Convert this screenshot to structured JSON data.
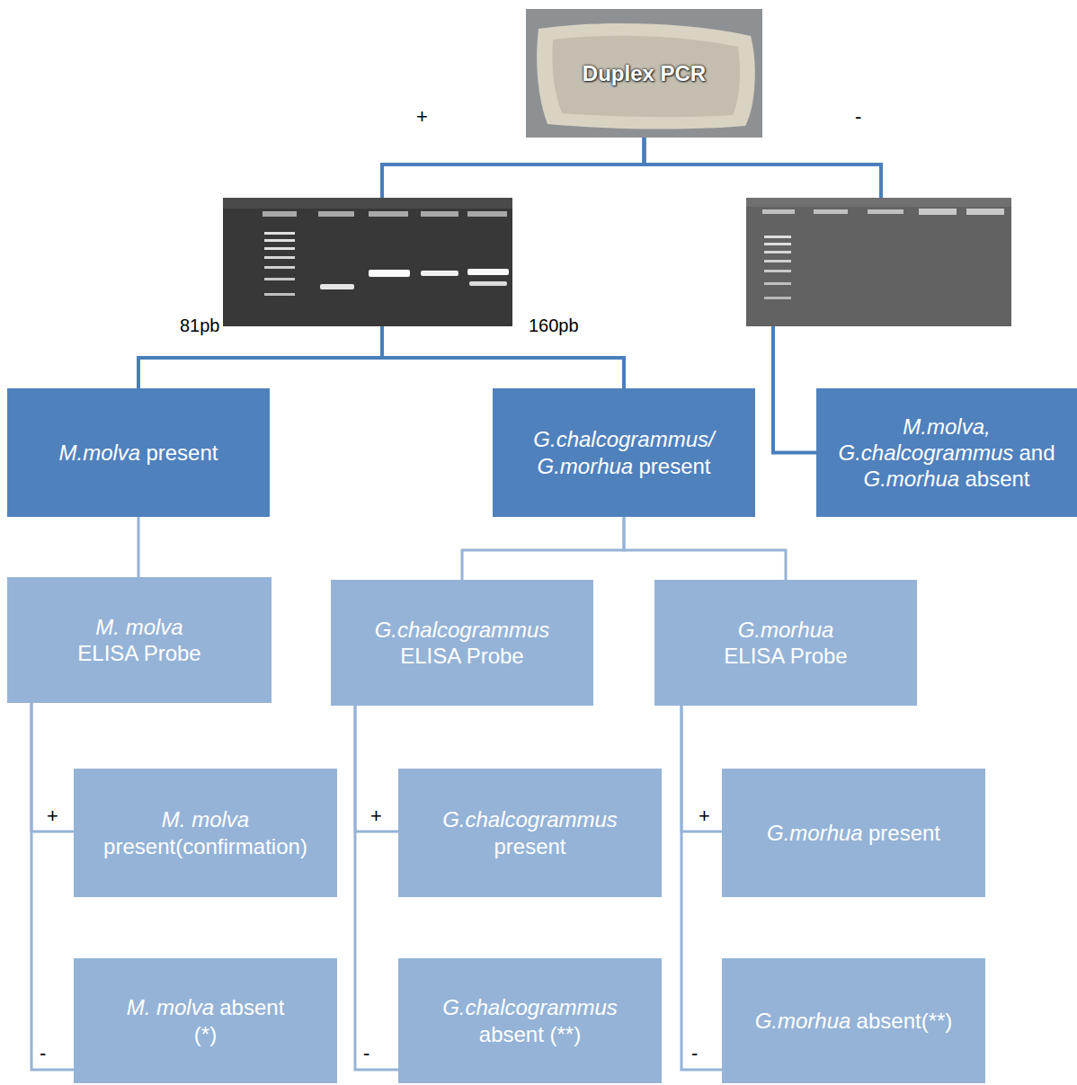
{
  "diagram": {
    "nodes": [
      {
        "text": [
          "Duplex PCR"
        ]
      },
      {
        "text": [
          "M.molva",
          "present"
        ]
      },
      {
        "text": [
          "G.chalcogrammus/",
          "G.morhua",
          "present"
        ]
      },
      {
        "text": [
          "M.molva,",
          "G.chalcogrammus",
          "and",
          "G.morhua",
          "absent"
        ]
      },
      {
        "text": [
          "M. molva",
          "ELISA Probe"
        ]
      },
      {
        "text": [
          "G.chalcogrammus",
          "ELISA Probe"
        ]
      },
      {
        "text": [
          "G.morhua",
          "ELISA Probe"
        ]
      },
      {
        "text": [
          "M. molva",
          "present(confirmation)"
        ]
      },
      {
        "text": [
          "M. molva",
          "absent",
          "(*)"
        ]
      },
      {
        "text": [
          "G.chalcogrammus",
          "present"
        ]
      },
      {
        "text": [
          "G.chalcogrammus",
          "absent (**)"
        ]
      },
      {
        "text": [
          "G.morhua",
          "present"
        ]
      },
      {
        "text": [
          "G.morhua",
          "absent(**)"
        ]
      }
    ],
    "edges": [
      {
        "from": 0,
        "to": 1,
        "arrow": "none"
      },
      {
        "from": 0,
        "to": 2,
        "arrow": "none"
      },
      {
        "from": 0,
        "to": 3,
        "arrow": "none"
      },
      {
        "from": 1,
        "to": 4,
        "arrow": "none"
      },
      {
        "from": 2,
        "to": 5,
        "arrow": "none"
      },
      {
        "from": 2,
        "to": 6,
        "arrow": "none"
      },
      {
        "from": 4,
        "to": 7,
        "arrow": "none"
      },
      {
        "from": 4,
        "to": 8,
        "arrow": "none"
      },
      {
        "from": 5,
        "to": 9,
        "arrow": "none"
      },
      {
        "from": 5,
        "to": 10,
        "arrow": "none"
      },
      {
        "from": 6,
        "to": 11,
        "arrow": "none"
      },
      {
        "from": 6,
        "to": 12,
        "arrow": "none"
      }
    ],
    "labels": [
      "+",
      "-",
      "81pb",
      "160pb",
      "+",
      "-",
      "+",
      "-",
      "+",
      "-"
    ]
  }
}
